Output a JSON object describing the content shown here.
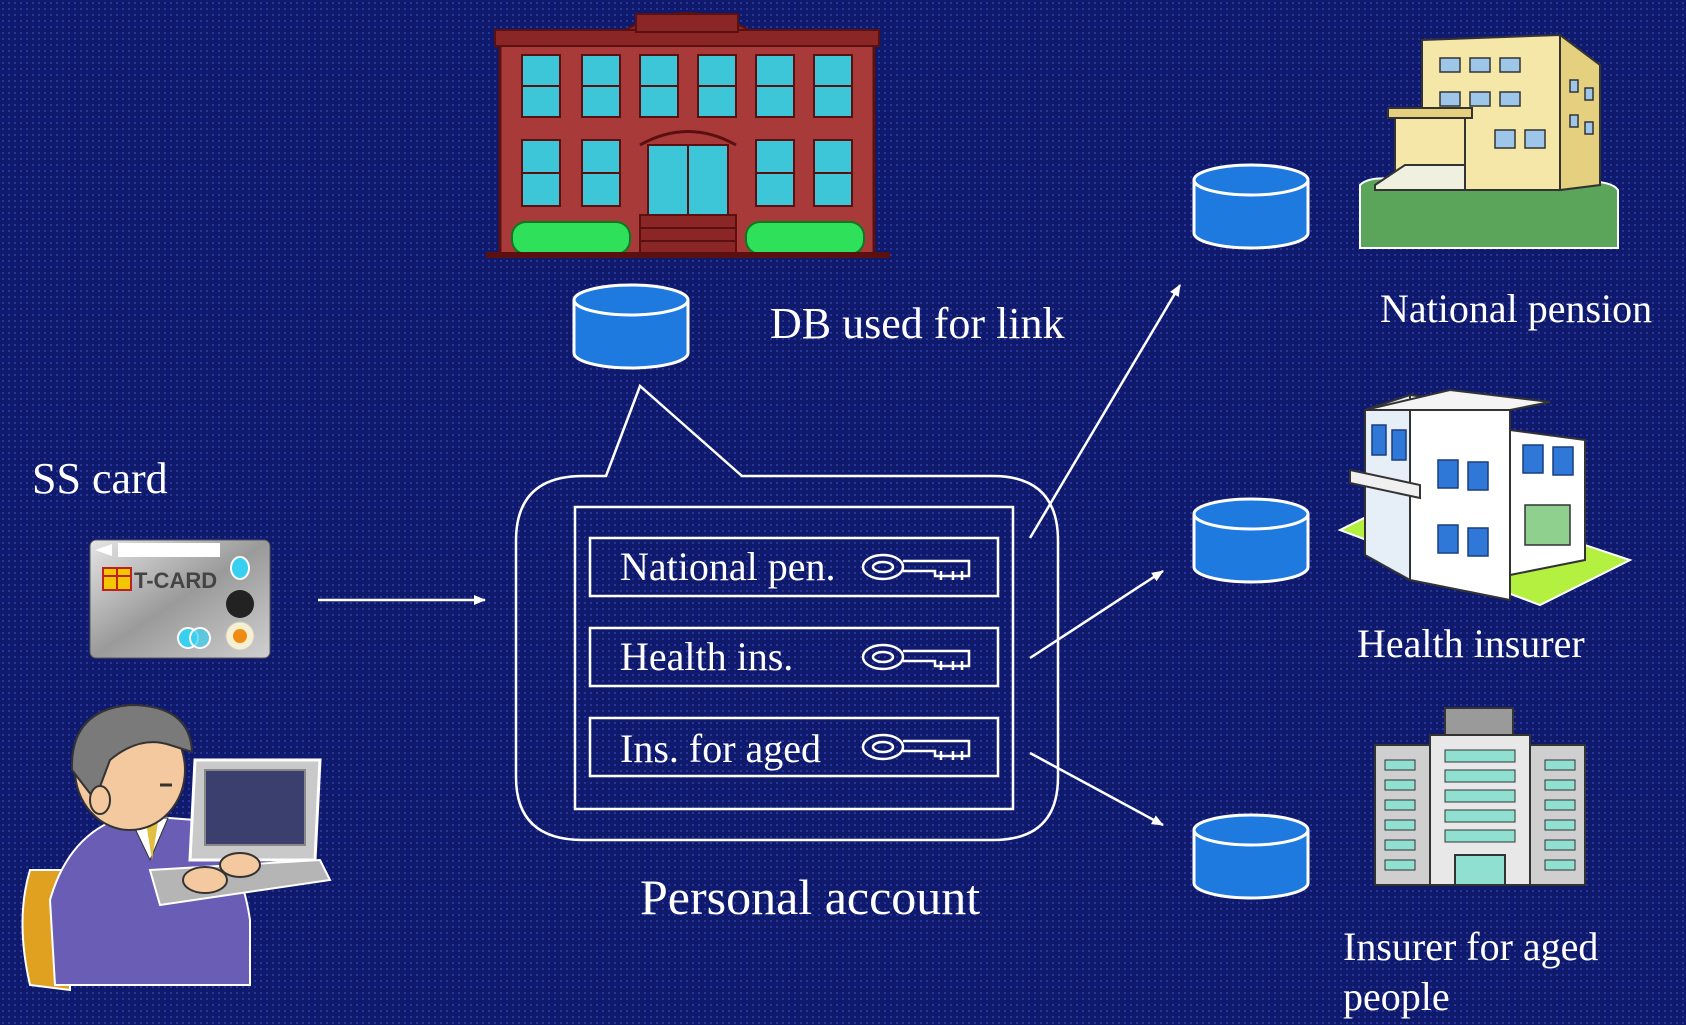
{
  "labels": {
    "db_link": "DB used for link",
    "ss_card": "SS card",
    "personal_account": "Personal account",
    "national_pension": "National pension",
    "health_insurer": "Health insurer",
    "insurer_aged_line1": "Insurer for aged",
    "insurer_aged_line2": "people"
  },
  "account_rows": [
    {
      "label": "National pen."
    },
    {
      "label": "Health ins."
    },
    {
      "label": "Ins. for aged"
    }
  ],
  "card_text": "T-CARD"
}
